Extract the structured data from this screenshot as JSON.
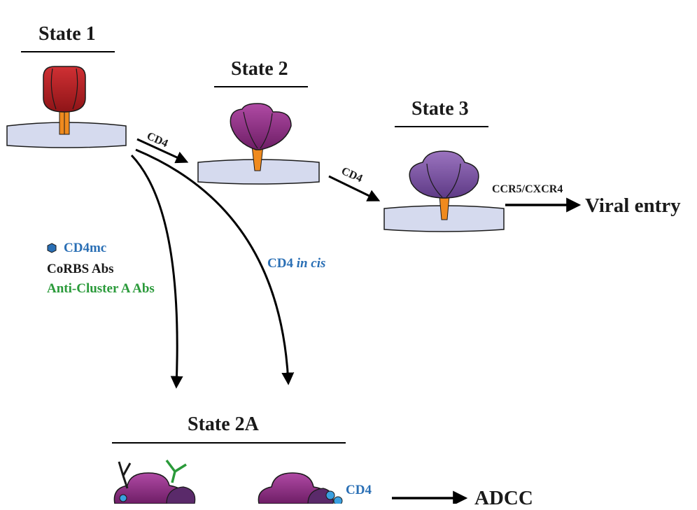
{
  "states": {
    "state1": "State 1",
    "state2": "State 2",
    "state3": "State 3",
    "state2a": "State 2A"
  },
  "arrows": {
    "cd4_a": "CD4",
    "cd4_b": "CD4",
    "coreceptor": "CCR5/CXCR4",
    "cd4_in_cis_main": "CD4 ",
    "cd4_in_cis_italic": "in cis",
    "cd4_bound": "CD4"
  },
  "outcomes": {
    "viral_entry": "Viral entry",
    "adcc": "ADCC"
  },
  "legend": {
    "cd4mc": "CD4mc",
    "corbs": "CoRBS Abs",
    "anti_cluster": "Anti-Cluster A Abs"
  },
  "colors": {
    "state1": "#c0282a",
    "state2": "#a23f98",
    "state3": "#8e65b0",
    "stem": "#ef8a1e",
    "membrane": "#d5daee",
    "cd4mc": "#2a6fb5",
    "antibody_green": "#2a9a3a"
  }
}
